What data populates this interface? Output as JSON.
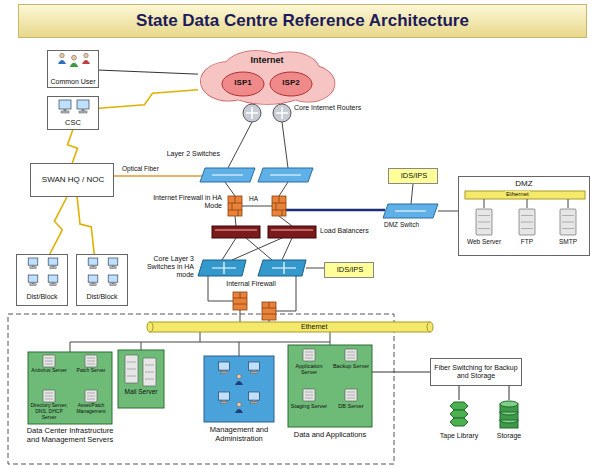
{
  "diagram": {
    "title": "State Data Centre Reference Architecture",
    "nodes": [
      {
        "text": [
          "Common User"
        ]
      },
      {
        "text": [
          "Internet"
        ]
      },
      {
        "text": [
          "ISP1"
        ],
        "in": 1
      },
      {
        "text": [
          "ISP2"
        ],
        "in": 1
      },
      {
        "text": [
          "CSC"
        ]
      },
      {
        "text": [
          "SWAN HQ / NOC"
        ]
      },
      {
        "text": [
          "IDS/IPS"
        ]
      },
      {
        "text": [
          "DMZ"
        ]
      },
      {
        "text": [
          "Web Server"
        ],
        "in": 7
      },
      {
        "text": [
          "FTP"
        ],
        "in": 7
      },
      {
        "text": [
          "SMTP"
        ],
        "in": 7
      },
      {
        "text": [
          "IDS/IPS"
        ]
      },
      {
        "text": [
          "Dist/Block"
        ]
      },
      {
        "text": [
          "Dist/Block"
        ]
      },
      {
        "text": [
          "Antivirus Server",
          "Patch Server",
          "Directory Server, DNS, DHCP Server",
          "Asset/Patch Management",
          "Data Center Infrastructure and Management Servers"
        ]
      },
      {
        "text": [
          "Mail Server"
        ]
      },
      {
        "text": [
          "Management and Administration"
        ]
      },
      {
        "text": [
          "Application Server",
          "Backup Server",
          "Staging Server",
          "DB Server",
          "Data and Applications"
        ]
      },
      {
        "text": [
          "Fiber Switching for Backup and Storage"
        ]
      },
      {
        "text": [
          "Tape Library"
        ]
      },
      {
        "text": [
          "Storage"
        ]
      }
    ],
    "edges": [
      {
        "from": 0,
        "to": 1,
        "arrow": "none"
      },
      {
        "from": 4,
        "to": 1,
        "arrow": "none"
      },
      {
        "from": 4,
        "to": 5,
        "arrow": "none"
      },
      {
        "from": 5,
        "to": 12,
        "arrow": "none"
      },
      {
        "from": 5,
        "to": 13,
        "arrow": "none"
      },
      {
        "from": 17,
        "to": 18,
        "arrow": "none"
      },
      {
        "from": 18,
        "to": 19,
        "arrow": "none"
      },
      {
        "from": 18,
        "to": 20,
        "arrow": "none"
      }
    ],
    "labels": [
      "Core Internet Routers",
      "Layer 2 Switches",
      "Optical Fiber",
      "Internet Firewall in HA Mode",
      "HA",
      "DMZ Switch",
      "Ethernet",
      "Load Balancers",
      "Core Layer 3 Switches in HA mode",
      "Internal Firewall",
      "Ethernet"
    ]
  }
}
